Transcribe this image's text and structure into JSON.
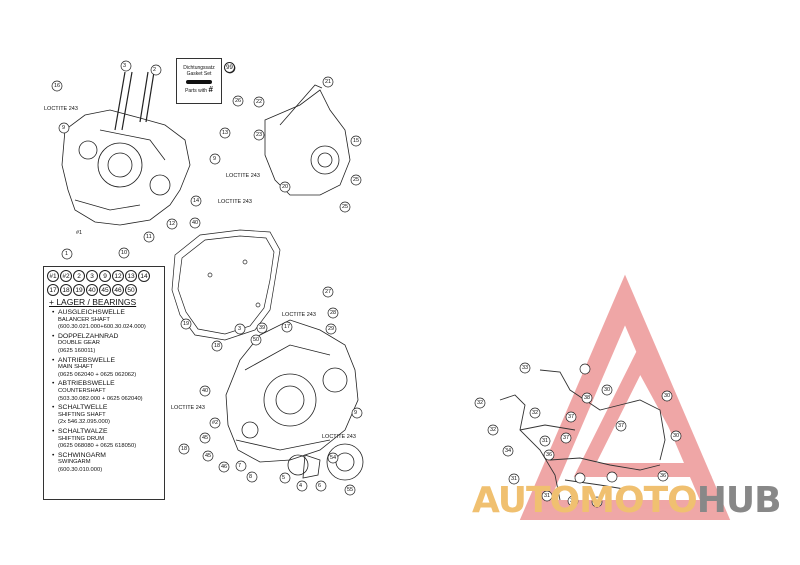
{
  "gasket_box": {
    "line1": "Dichtungssatz",
    "line2": "Gasket Set",
    "line3": "Parts with",
    "badge": "99",
    "hash": "#"
  },
  "loctite": "LOCTITE 243",
  "legend": {
    "numbers": [
      "#1",
      "#2",
      "2",
      "3",
      "9",
      "12",
      "13",
      "14",
      "17",
      "18",
      "19",
      "40",
      "45",
      "46",
      "50"
    ],
    "title": "+ LAGER / BEARINGS",
    "items": [
      {
        "de": "AUSGLEICHSWELLE",
        "en": "BALANCER SHAFT",
        "num": "(600.30.021.000+600.30.024.000)"
      },
      {
        "de": "DOPPELZAHNRAD",
        "en": "DOUBLE GEAR",
        "num": "(0625 160011)"
      },
      {
        "de": "ANTRIEBSWELLE",
        "en": "MAIN SHAFT",
        "num": "(0625 062040 + 0625 062062)"
      },
      {
        "de": "ABTRIEBSWELLE",
        "en": "COUNTERSHAFT",
        "num": "(503.30.082.000 + 0625 062040)"
      },
      {
        "de": "SCHALTWELLE",
        "en": "SHIFTING SHAFT",
        "num": "(2x 546.32.095.000)"
      },
      {
        "de": "SCHALTWALZE",
        "en": "SHIFTING DRUM",
        "num": "(0625 068080 + 0625 618050)"
      },
      {
        "de": "SCHWINGARM",
        "en": "SWINGARM",
        "num": "(600.30.010.000)"
      }
    ]
  },
  "callouts_upper": [
    "3",
    "2",
    "16",
    "9",
    "99",
    "21",
    "26",
    "22",
    "13",
    "23",
    "9",
    "15",
    "20",
    "25",
    "25",
    "14",
    "40",
    "12",
    "11",
    "1",
    "10",
    "#1"
  ],
  "callouts_lower": [
    "27",
    "28",
    "29",
    "19",
    "39",
    "3",
    "17",
    "50",
    "18",
    "40",
    "#2",
    "45",
    "45",
    "18",
    "46",
    "54",
    "9",
    "5",
    "4",
    "6",
    "7",
    "8",
    "55"
  ],
  "callouts_right": [
    "33",
    "32",
    "32",
    "32",
    "34",
    "30",
    "30",
    "30",
    "37",
    "37",
    "37",
    "31",
    "31",
    "31",
    "31",
    "31",
    "36",
    "38",
    "36"
  ],
  "watermark": {
    "part1": "AUTO",
    "part2": "MOTO",
    "part3": "HUB",
    "colors": {
      "triangle": "#f08080",
      "text": "#f0c070",
      "grey": "#888888"
    }
  }
}
